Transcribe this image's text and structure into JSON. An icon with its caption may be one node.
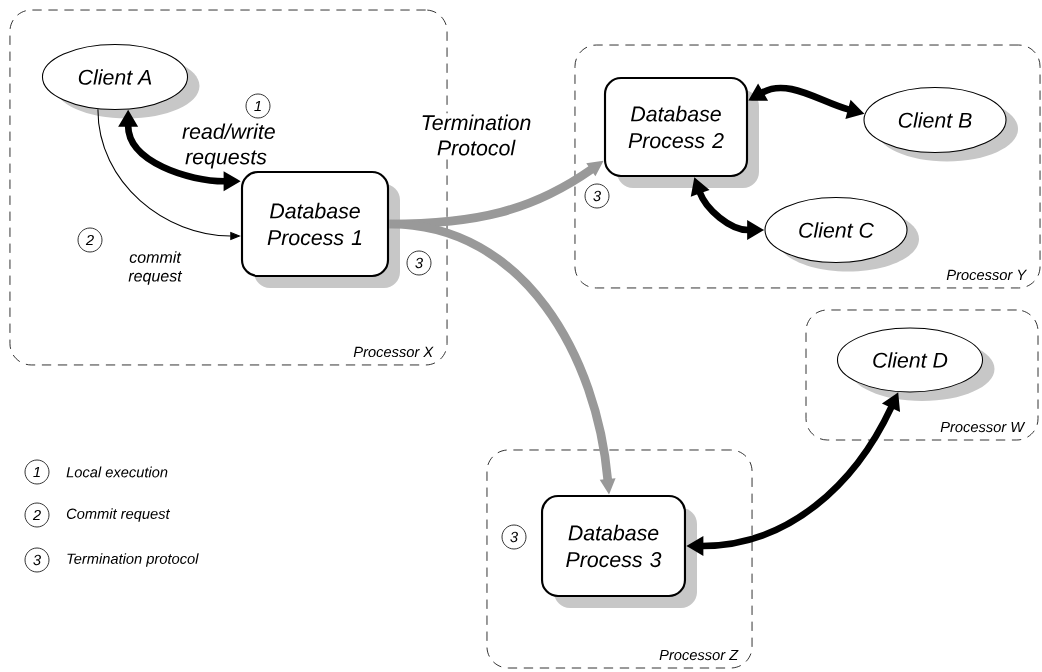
{
  "diagram": {
    "nodes": [
      {
        "text": [
          "Processor X"
        ]
      },
      {
        "text": [
          "Client A"
        ],
        "in": 0
      },
      {
        "text": [
          "Database Process 1"
        ],
        "in": 0
      },
      {
        "text": [
          "Processor Y"
        ]
      },
      {
        "text": [
          "Database Process 2"
        ],
        "in": 3
      },
      {
        "text": [
          "Client B"
        ],
        "in": 3
      },
      {
        "text": [
          "Client C"
        ],
        "in": 3
      },
      {
        "text": [
          "Processor W"
        ]
      },
      {
        "text": [
          "Client D"
        ],
        "in": 7
      },
      {
        "text": [
          "Processor Z"
        ]
      },
      {
        "text": [
          "Database Process 3"
        ],
        "in": 9
      },
      {
        "text": [
          "1"
        ],
        "in": 0
      },
      {
        "text": [
          "2"
        ],
        "in": 0
      },
      {
        "text": [
          "3"
        ],
        "in": 0
      },
      {
        "text": [
          "3"
        ],
        "in": 3
      },
      {
        "text": [
          "3"
        ],
        "in": 9
      },
      {
        "text": [
          "1"
        ],
        "beside": [
          "Local execution"
        ]
      },
      {
        "text": [
          "2"
        ],
        "beside": [
          "Commit request"
        ]
      },
      {
        "text": [
          "3"
        ],
        "beside": [
          "Termination protocol"
        ]
      }
    ],
    "edges": [
      {
        "from": 1,
        "to": 2,
        "arrow": "both",
        "label": "read/write requests"
      },
      {
        "from": 1,
        "to": 2,
        "arrow": "to",
        "label": "commit request"
      },
      {
        "from": 2,
        "to": 4,
        "arrow": "to",
        "color": "#999999",
        "label": "Termination Protocol"
      },
      {
        "from": 2,
        "to": 10,
        "arrow": "to",
        "color": "#999999"
      },
      {
        "from": 4,
        "to": 5,
        "arrow": "both"
      },
      {
        "from": 4,
        "to": 6,
        "arrow": "both"
      },
      {
        "from": 10,
        "to": 8,
        "arrow": "both"
      }
    ]
  }
}
